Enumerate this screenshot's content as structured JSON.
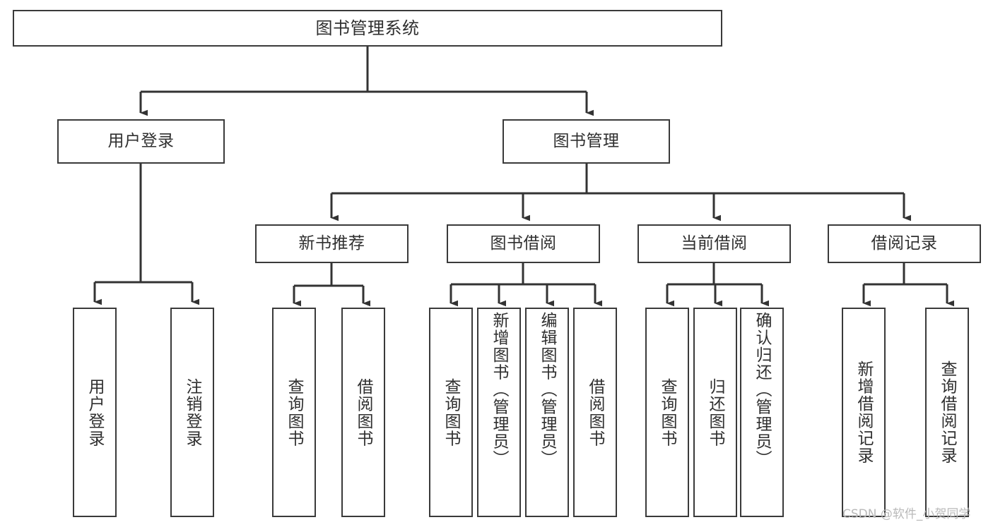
{
  "diagram": {
    "type": "tree-hierarchy",
    "title": "图书管理系统",
    "watermark": "CSDN @软件_小贺同学",
    "colors": {
      "box_border": "#3a3a3a",
      "box_fill": "#ffffff",
      "text": "#2f2f2f",
      "edge": "#333333",
      "watermark": "#b9b9b9",
      "background": "#ffffff"
    },
    "nodes": {
      "root": {
        "label": "图书管理系统"
      },
      "level2": [
        {
          "id": "user-login",
          "label": "用户登录"
        },
        {
          "id": "book-manage",
          "label": "图书管理"
        }
      ],
      "level3": [
        {
          "id": "new-book-recommend",
          "label": "新书推荐"
        },
        {
          "id": "book-borrow",
          "label": "图书借阅"
        },
        {
          "id": "current-borrow",
          "label": "当前借阅"
        },
        {
          "id": "borrow-record",
          "label": "借阅记录"
        }
      ],
      "leaves": {
        "user_login": [
          {
            "id": "leaf-user-login",
            "label": "用户登录"
          },
          {
            "id": "leaf-logout-login",
            "label": "注销登录"
          }
        ],
        "new_book_recommend": [
          {
            "id": "leaf-query-book-1",
            "label": "查询图书"
          },
          {
            "id": "leaf-borrow-book-1",
            "label": "借阅图书"
          }
        ],
        "book_borrow": [
          {
            "id": "leaf-query-book-2",
            "label": "查询图书"
          },
          {
            "id": "leaf-add-book",
            "label": "新增图书（管理员）"
          },
          {
            "id": "leaf-edit-book",
            "label": "编辑图书（管理员）"
          },
          {
            "id": "leaf-borrow-book-2",
            "label": "借阅图书"
          }
        ],
        "current_borrow": [
          {
            "id": "leaf-query-book-3",
            "label": "查询图书"
          },
          {
            "id": "leaf-return-book",
            "label": "归还图书"
          },
          {
            "id": "leaf-confirm-return",
            "label": "确认归还（管理员）"
          }
        ],
        "borrow_record": [
          {
            "id": "leaf-add-record",
            "label": "新增借阅记录"
          },
          {
            "id": "leaf-query-record",
            "label": "查询借阅记录"
          }
        ]
      }
    },
    "edges": [
      {
        "from": "图书管理系统",
        "to": "用户登录"
      },
      {
        "from": "图书管理系统",
        "to": "图书管理"
      },
      {
        "from": "用户登录",
        "to": "用户登录"
      },
      {
        "from": "用户登录",
        "to": "注销登录"
      },
      {
        "from": "图书管理",
        "to": "新书推荐"
      },
      {
        "from": "图书管理",
        "to": "图书借阅"
      },
      {
        "from": "图书管理",
        "to": "当前借阅"
      },
      {
        "from": "图书管理",
        "to": "借阅记录"
      },
      {
        "from": "新书推荐",
        "to": "查询图书"
      },
      {
        "from": "新书推荐",
        "to": "借阅图书"
      },
      {
        "from": "图书借阅",
        "to": "查询图书"
      },
      {
        "from": "图书借阅",
        "to": "新增图书（管理员）"
      },
      {
        "from": "图书借阅",
        "to": "编辑图书（管理员）"
      },
      {
        "from": "图书借阅",
        "to": "借阅图书"
      },
      {
        "from": "当前借阅",
        "to": "查询图书"
      },
      {
        "from": "当前借阅",
        "to": "归还图书"
      },
      {
        "from": "当前借阅",
        "to": "确认归还（管理员）"
      },
      {
        "from": "借阅记录",
        "to": "新增借阅记录"
      },
      {
        "from": "借阅记录",
        "to": "查询借阅记录"
      }
    ]
  }
}
